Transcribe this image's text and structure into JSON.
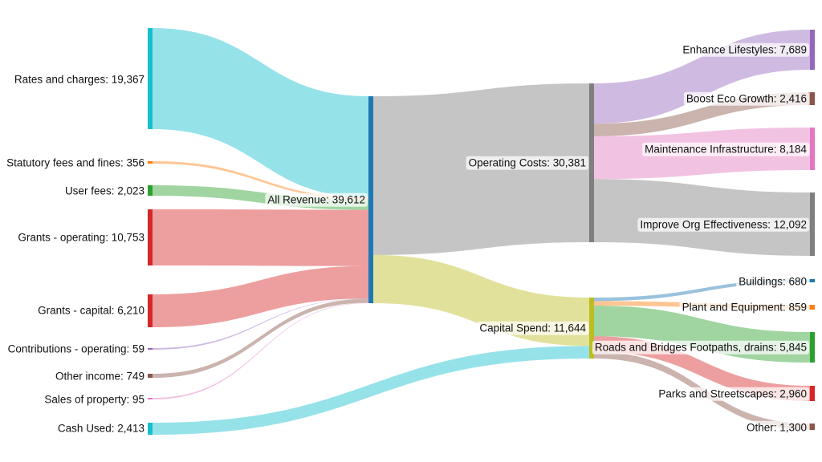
{
  "chart_data": {
    "type": "sankey",
    "title": "",
    "nodes": [
      {
        "id": "rates",
        "label": "Rates and charges: 19,367",
        "value": 19367,
        "color": "#17becf"
      },
      {
        "id": "statfees",
        "label": "Statutory fees and fines: 356",
        "value": 356,
        "color": "#ff7f0e"
      },
      {
        "id": "userfees",
        "label": "User fees: 2,023",
        "value": 2023,
        "color": "#2ca02c"
      },
      {
        "id": "grantsop",
        "label": "Grants - operating: 10,753",
        "value": 10753,
        "color": "#d62728"
      },
      {
        "id": "grantscap",
        "label": "Grants - capital: 6,210",
        "value": 6210,
        "color": "#d62728"
      },
      {
        "id": "contrib",
        "label": "Contributions - operating: 59",
        "value": 59,
        "color": "#9467bd"
      },
      {
        "id": "otherinc",
        "label": "Other income: 749",
        "value": 749,
        "color": "#8c564b"
      },
      {
        "id": "salesprop",
        "label": "Sales of property: 95",
        "value": 95,
        "color": "#e377c2"
      },
      {
        "id": "cashused",
        "label": "Cash Used: 2,413",
        "value": 2413,
        "color": "#17becf"
      },
      {
        "id": "allrev",
        "label": "All Revenue: 39,612",
        "value": 39612,
        "color": "#1f77b4"
      },
      {
        "id": "opcosts",
        "label": "Operating Costs: 30,381",
        "value": 30381,
        "color": "#7f7f7f"
      },
      {
        "id": "capspend",
        "label": "Capital Spend: 11,644",
        "value": 11644,
        "color": "#bcbd22"
      },
      {
        "id": "enhance",
        "label": "Enhance Lifestyles: 7,689",
        "value": 7689,
        "color": "#9467bd"
      },
      {
        "id": "boost",
        "label": "Boost Eco Growth: 2,416",
        "value": 2416,
        "color": "#8c564b"
      },
      {
        "id": "maint",
        "label": "Maintenance Infrastructure: 8,184",
        "value": 8184,
        "color": "#e377c2"
      },
      {
        "id": "improve",
        "label": "Improve Org Effectiveness: 12,092",
        "value": 12092,
        "color": "#7f7f7f"
      },
      {
        "id": "buildings",
        "label": "Buildings: 680",
        "value": 680,
        "color": "#1f77b4"
      },
      {
        "id": "plant",
        "label": "Plant and Equipment: 859",
        "value": 859,
        "color": "#ff7f0e"
      },
      {
        "id": "roads",
        "label": "Roads and Bridges Footpaths, drains: 5,845",
        "value": 5845,
        "color": "#2ca02c"
      },
      {
        "id": "parks",
        "label": "Parks and Streetscapes: 2,960",
        "value": 2960,
        "color": "#d62728"
      },
      {
        "id": "other",
        "label": "Other: 1,300",
        "value": 1300,
        "color": "#8c564b"
      }
    ],
    "links": [
      {
        "source": "rates",
        "target": "allrev",
        "value": 19367
      },
      {
        "source": "statfees",
        "target": "allrev",
        "value": 356
      },
      {
        "source": "userfees",
        "target": "allrev",
        "value": 2023
      },
      {
        "source": "grantsop",
        "target": "allrev",
        "value": 10753
      },
      {
        "source": "grantscap",
        "target": "allrev",
        "value": 6210
      },
      {
        "source": "contrib",
        "target": "allrev",
        "value": 59
      },
      {
        "source": "otherinc",
        "target": "allrev",
        "value": 749
      },
      {
        "source": "salesprop",
        "target": "allrev",
        "value": 95
      },
      {
        "source": "allrev",
        "target": "opcosts",
        "value": 30381
      },
      {
        "source": "allrev",
        "target": "capspend",
        "value": 9231
      },
      {
        "source": "cashused",
        "target": "capspend",
        "value": 2413
      },
      {
        "source": "opcosts",
        "target": "enhance",
        "value": 7689
      },
      {
        "source": "opcosts",
        "target": "boost",
        "value": 2416
      },
      {
        "source": "opcosts",
        "target": "maint",
        "value": 8184
      },
      {
        "source": "opcosts",
        "target": "improve",
        "value": 12092
      },
      {
        "source": "capspend",
        "target": "buildings",
        "value": 680
      },
      {
        "source": "capspend",
        "target": "plant",
        "value": 859
      },
      {
        "source": "capspend",
        "target": "roads",
        "value": 5845
      },
      {
        "source": "capspend",
        "target": "parks",
        "value": 2960
      },
      {
        "source": "capspend",
        "target": "other",
        "value": 1300
      }
    ]
  }
}
